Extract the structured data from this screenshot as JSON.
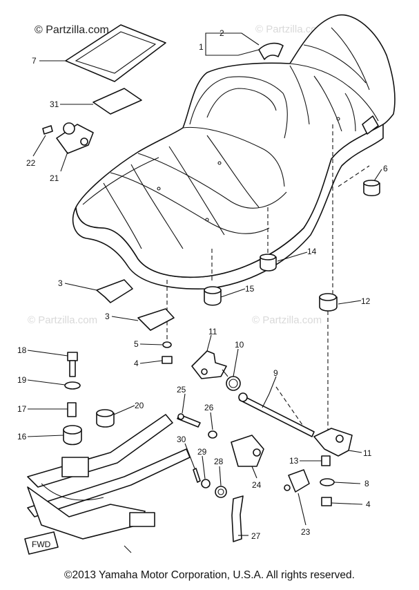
{
  "watermark": {
    "main": "© Partzilla.com",
    "faint": "© Partzilla.com"
  },
  "footer": {
    "copyright": "©2013 Yamaha Motor Corporation, U.S.A. All rights reserved."
  },
  "stamp": "FWD",
  "callouts": [
    {
      "id": "c1",
      "text": "1"
    },
    {
      "id": "c2",
      "text": "2"
    },
    {
      "id": "c3a",
      "text": "3"
    },
    {
      "id": "c3b",
      "text": "3"
    },
    {
      "id": "c4a",
      "text": "4"
    },
    {
      "id": "c4b",
      "text": "4"
    },
    {
      "id": "c5",
      "text": "5"
    },
    {
      "id": "c6",
      "text": "6"
    },
    {
      "id": "c7",
      "text": "7"
    },
    {
      "id": "c8",
      "text": "8"
    },
    {
      "id": "c9",
      "text": "9"
    },
    {
      "id": "c10",
      "text": "10"
    },
    {
      "id": "c11a",
      "text": "11"
    },
    {
      "id": "c11b",
      "text": "11"
    },
    {
      "id": "c12",
      "text": "12"
    },
    {
      "id": "c13",
      "text": "13"
    },
    {
      "id": "c14",
      "text": "14"
    },
    {
      "id": "c15",
      "text": "15"
    },
    {
      "id": "c16",
      "text": "16"
    },
    {
      "id": "c17",
      "text": "17"
    },
    {
      "id": "c18",
      "text": "18"
    },
    {
      "id": "c19",
      "text": "19"
    },
    {
      "id": "c20",
      "text": "20"
    },
    {
      "id": "c21",
      "text": "21"
    },
    {
      "id": "c22",
      "text": "22"
    },
    {
      "id": "c23",
      "text": "23"
    },
    {
      "id": "c24",
      "text": "24"
    },
    {
      "id": "c25",
      "text": "25"
    },
    {
      "id": "c26",
      "text": "26"
    },
    {
      "id": "c27",
      "text": "27"
    },
    {
      "id": "c28",
      "text": "28"
    },
    {
      "id": "c29",
      "text": "29"
    },
    {
      "id": "c30",
      "text": "30"
    },
    {
      "id": "c31",
      "text": "31"
    }
  ]
}
